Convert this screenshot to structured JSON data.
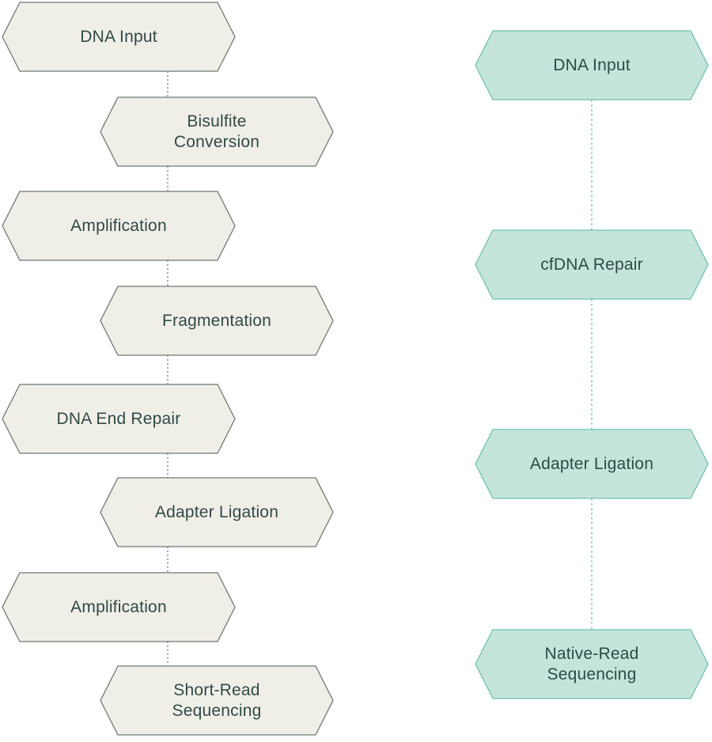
{
  "colors": {
    "left_fill": "#f0efe7",
    "left_stroke": "#6e7874",
    "left_connector": "#7a827e",
    "right_fill": "#c5e5dc",
    "right_stroke": "#6cc1ac",
    "right_connector": "#7fc8b6",
    "text": "#2f4a45"
  },
  "left_workflow": {
    "steps": [
      {
        "label": "DNA Input"
      },
      {
        "label": "Bisulfite\nConversion"
      },
      {
        "label": "Amplification"
      },
      {
        "label": "Fragmentation"
      },
      {
        "label": "DNA End Repair"
      },
      {
        "label": "Adapter Ligation"
      },
      {
        "label": "Amplification"
      },
      {
        "label": "Short-Read\nSequencing"
      }
    ]
  },
  "right_workflow": {
    "steps": [
      {
        "label": "DNA Input"
      },
      {
        "label": "cfDNA Repair"
      },
      {
        "label": "Adapter Ligation"
      },
      {
        "label": "Native-Read\nSequencing"
      }
    ]
  }
}
